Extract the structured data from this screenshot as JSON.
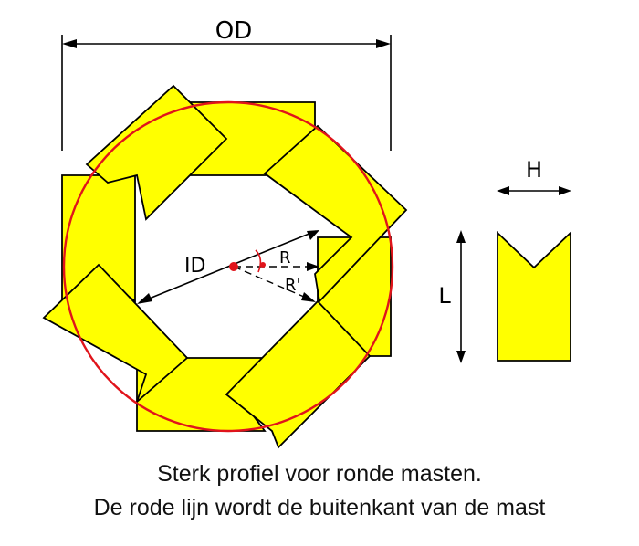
{
  "labels": {
    "od": "OD",
    "id": "ID",
    "r": "R",
    "r_prime": "R'",
    "h": "H",
    "l": "L"
  },
  "caption": {
    "line1": "Sterk profiel voor ronde masten.",
    "line2": "De rode lijn wordt de buitenkant van de mast"
  },
  "colors": {
    "profile_fill": "#ffff00",
    "outline": "#000000",
    "circle": "#e0141b",
    "center_dot": "#e0141b"
  }
}
